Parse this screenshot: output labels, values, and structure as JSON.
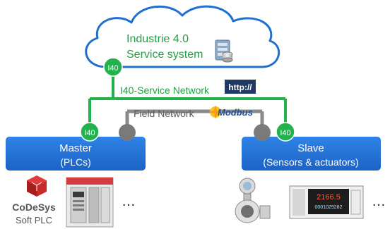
{
  "cloud": {
    "line1": "Industrie 4.0",
    "line2": "Service system"
  },
  "badges": {
    "cloud": "I40",
    "master": "I40",
    "slave": "I40"
  },
  "service_network": {
    "label": "I40-Service Network",
    "protocol": "http://"
  },
  "field_network": {
    "label": "Field Network",
    "protocol": "Modbus"
  },
  "master": {
    "title": "Master",
    "subtitle": "(PLCs)"
  },
  "slave": {
    "title": "Slave",
    "subtitle": "(Sensors & actuators)"
  },
  "devices": {
    "codesys_line1": "CoDeSys",
    "codesys_line2": "Soft PLC",
    "plc_lcd": "",
    "display_value": "2166.5",
    "display_small": "0001029282",
    "ellipsis_left": "…",
    "ellipsis_right": "…"
  },
  "colors": {
    "green": "#22b14c",
    "blue": "#1f6fd1",
    "grey": "#808080",
    "http_bg": "#1f3864",
    "cloud_stroke": "#1f6fd1"
  }
}
